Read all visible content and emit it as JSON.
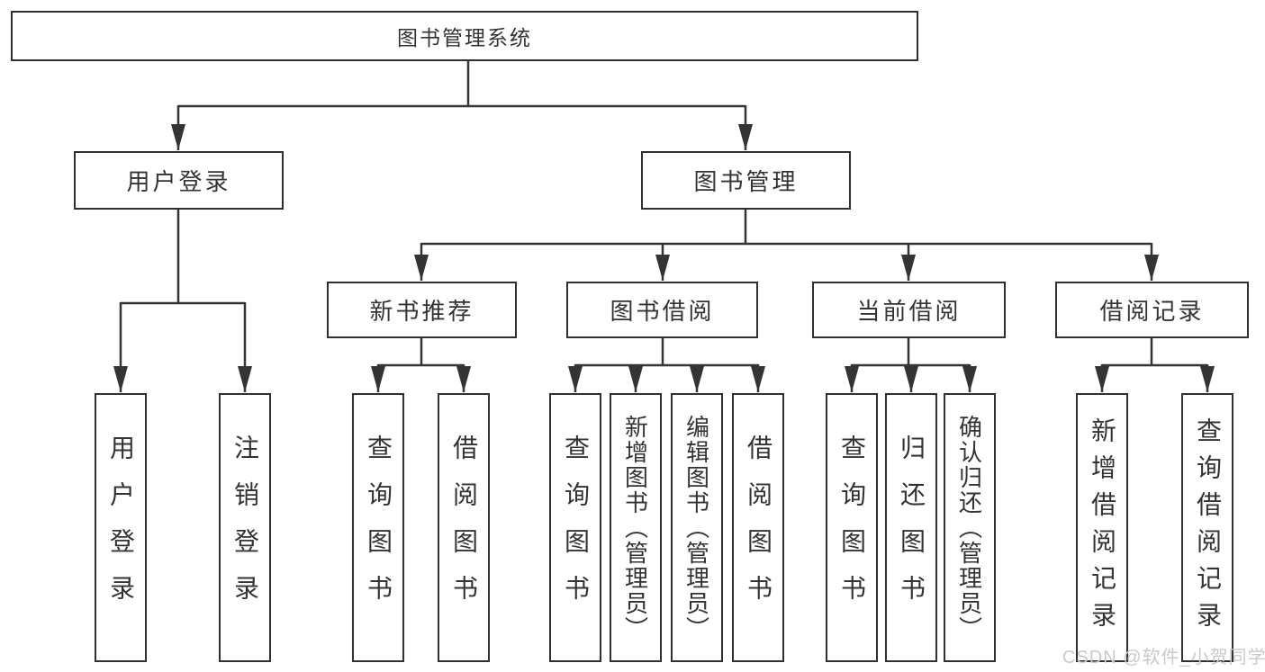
{
  "diagram": {
    "title": "图书管理系统",
    "branches": [
      {
        "label": "用户登录",
        "children": [
          "用户登录",
          "注销登录"
        ]
      },
      {
        "label": "图书管理",
        "sections": [
          {
            "label": "新书推荐",
            "children": [
              "查询图书",
              "借阅图书"
            ]
          },
          {
            "label": "图书借阅",
            "children": [
              "查询图书",
              "新增图书（管理员）",
              "编辑图书（管理员）",
              "借阅图书"
            ]
          },
          {
            "label": "当前借阅",
            "children": [
              "查询图书",
              "归还图书",
              "确认归还（管理员）"
            ]
          },
          {
            "label": "借阅记录",
            "children": [
              "新增借阅记录",
              "查询借阅记录"
            ]
          }
        ]
      }
    ]
  },
  "watermark": "CSDN @软件_小贺同学",
  "colors": {
    "line": "#343434",
    "box_border": "#2f2f2f",
    "text": "#333333",
    "watermark": "#c9c9c9",
    "background": "#ffffff"
  }
}
